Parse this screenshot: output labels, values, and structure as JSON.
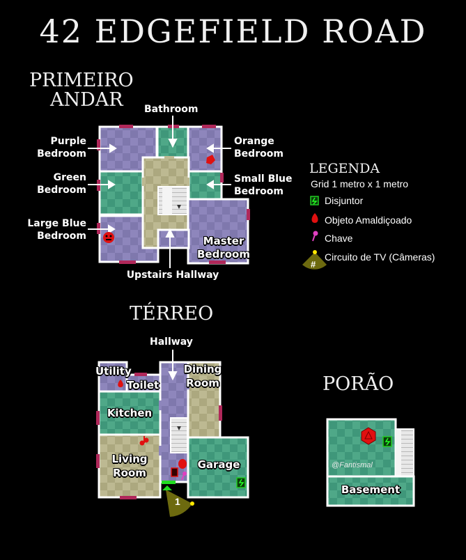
{
  "title": "42 EDGEFIELD ROAD",
  "floors": {
    "upper": {
      "title_line1": "PRIMEIRO",
      "title_line2": "ANDAR",
      "rooms": {
        "bathroom": "Bathroom",
        "purple_bedroom_1": "Purple",
        "purple_bedroom_2": "Bedroom",
        "orange_bedroom_1": "Orange",
        "orange_bedroom_2": "Bedroom",
        "green_bedroom_1": "Green",
        "green_bedroom_2": "Bedroom",
        "small_blue_bedroom_1": "Small Blue",
        "small_blue_bedroom_2": "Bedroom",
        "large_blue_bedroom_1": "Large Blue",
        "large_blue_bedroom_2": "Bedroom",
        "master_bedroom_1": "Master",
        "master_bedroom_2": "Bedroom",
        "upstairs_hallway": "Upstairs Hallway"
      }
    },
    "ground": {
      "title": "TÉRREO",
      "rooms": {
        "hallway": "Hallway",
        "utility": "Utility",
        "toilet": "Toilet",
        "dining_1": "Dining",
        "dining_2": "Room",
        "kitchen": "Kitchen",
        "living_1": "Living",
        "living_2": "Room",
        "garage": "Garage"
      },
      "camera_number": "1"
    },
    "basement": {
      "title": "PORÃO",
      "rooms": {
        "basement": "Basement"
      },
      "credit": "@Fantismal"
    }
  },
  "legend": {
    "title": "LEGENDA",
    "grid": "Grid 1 metro x 1 metro",
    "items": [
      {
        "icon": "breaker-icon",
        "label": "Disjuntor",
        "color": "#22cc22"
      },
      {
        "icon": "cursed-object-icon",
        "label": "Objeto Amaldiçoado",
        "color": "#e01010"
      },
      {
        "icon": "key-icon",
        "label": "Chave",
        "color": "#e040c0"
      },
      {
        "icon": "camera-icon",
        "label": "Circuito de TV (Câmeras)",
        "color": "#7a7010"
      }
    ],
    "camera_symbol": "#"
  },
  "colors": {
    "purple": "#8a83b8",
    "green": "#4aa383",
    "olive": "#b7b48c",
    "wall": "#ffffff",
    "window": "#b0285a"
  }
}
